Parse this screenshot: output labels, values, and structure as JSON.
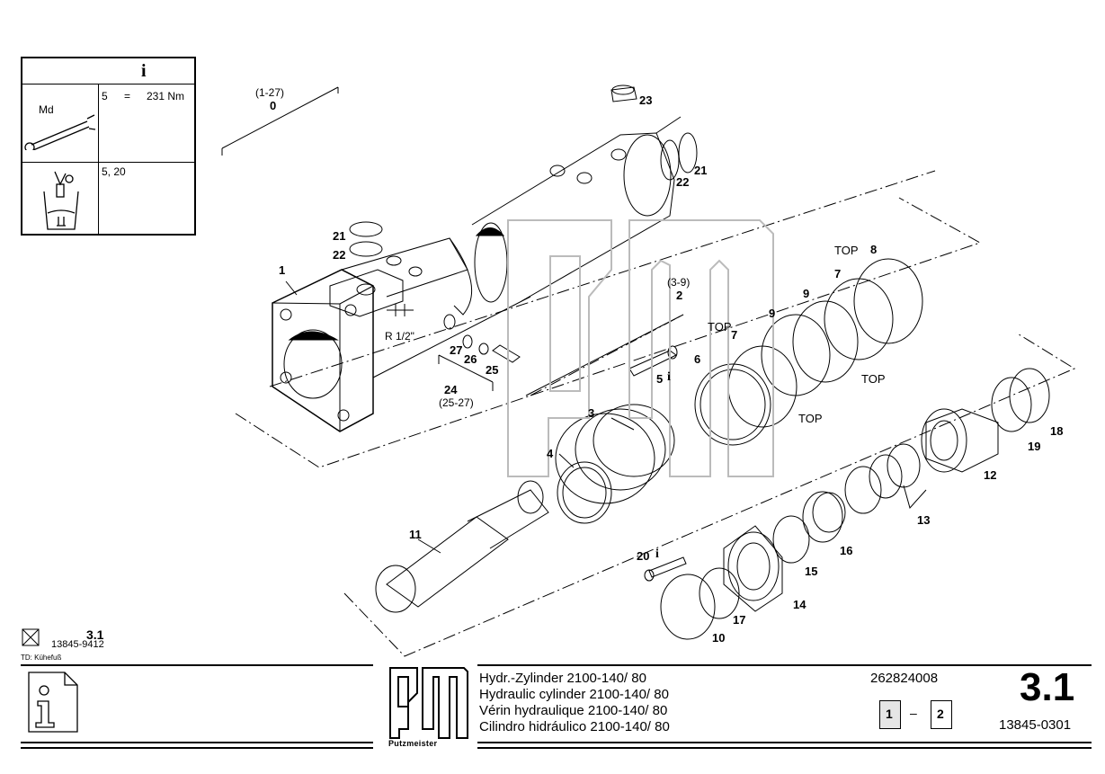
{
  "legend": {
    "info_symbol": "i",
    "md_label": "Md",
    "torque_item": "5",
    "torque_eq": "=",
    "torque_value": "231 Nm",
    "grease_items": "5, 20"
  },
  "callouts": {
    "c0_range": "(1-27)",
    "c0": "0",
    "c1": "1",
    "c2_range": "(3-9)",
    "c2": "2",
    "c3": "3",
    "c4": "4",
    "c5": "5",
    "c6": "6",
    "c7a": "7",
    "c7b": "7",
    "c8": "8",
    "c9a": "9",
    "c9b": "9",
    "c10": "10",
    "c11": "11",
    "c12": "12",
    "c13": "13",
    "c14": "14",
    "c15": "15",
    "c16": "16",
    "c17": "17",
    "c18": "18",
    "c19": "19",
    "c20": "20",
    "c21a": "21",
    "c22a": "22",
    "c21b": "21",
    "c22b": "22",
    "c23": "23",
    "c24": "24",
    "c24_range": "(25-27)",
    "c25": "25",
    "c26": "26",
    "c27": "27",
    "thread": "R 1/2\"",
    "top1": "TOP",
    "top2": "TOP",
    "top3": "TOP",
    "top4": "TOP",
    "info_i": "i"
  },
  "stamp": {
    "section": "3.1",
    "drawing": "13845-9412",
    "td": "TD: Kühefuß"
  },
  "footer": {
    "title_de": "Hydr.-Zylinder 2100-140/ 80",
    "title_en": "Hydraulic cylinder 2100-140/ 80",
    "title_fr": "Vérin hydraulique 2100-140/ 80",
    "title_es": "Cilindro hidráulico 2100-140/ 80",
    "part_number": "262824008",
    "page_current": "1",
    "page_sep": "–",
    "page_total": "2",
    "section": "3.1",
    "doc_number": "13845-0301",
    "brand": "Putzmeister",
    "logo_letters": "PM"
  }
}
